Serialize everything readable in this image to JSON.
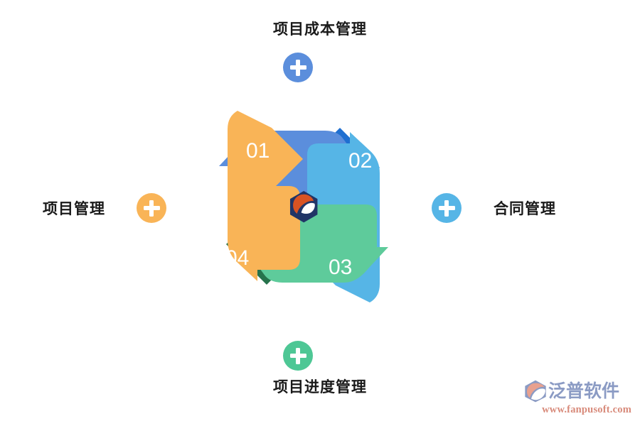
{
  "diagram": {
    "title_center_logo": "fanpu-hexagon-logo",
    "nodes": [
      {
        "id": "top",
        "label": "项目成本管理",
        "icon": "plus-circle-icon",
        "color": "#5b8edc"
      },
      {
        "id": "left",
        "label": "项目管理",
        "icon": "plus-circle-icon",
        "color": "#f9b457"
      },
      {
        "id": "right",
        "label": "合同管理",
        "icon": "plus-circle-icon",
        "color": "#56b5e6"
      },
      {
        "id": "bottom",
        "label": "项目进度管理",
        "icon": "plus-circle-icon",
        "color": "#4ec795"
      }
    ],
    "steps": [
      {
        "number": "01",
        "color": "#5b8edc",
        "shadow": "#1f6fd0",
        "fold": "#a9620a"
      },
      {
        "number": "02",
        "color": "#56b5e6",
        "shadow": "#2196d1",
        "fold": "#1f6fd0"
      },
      {
        "number": "03",
        "color": "#5ecb9b",
        "shadow": "#26734c",
        "fold": "#2196d1"
      },
      {
        "number": "04",
        "color": "#f9b457",
        "shadow": "#a9620a",
        "fold": "#26734c"
      }
    ]
  },
  "watermark": {
    "brand": "泛普软件",
    "url": "www.fanpusoft.com",
    "mark": "fanpu-mark-icon",
    "brand_color": "#8b9bc4",
    "url_color": "#d88a7a"
  }
}
